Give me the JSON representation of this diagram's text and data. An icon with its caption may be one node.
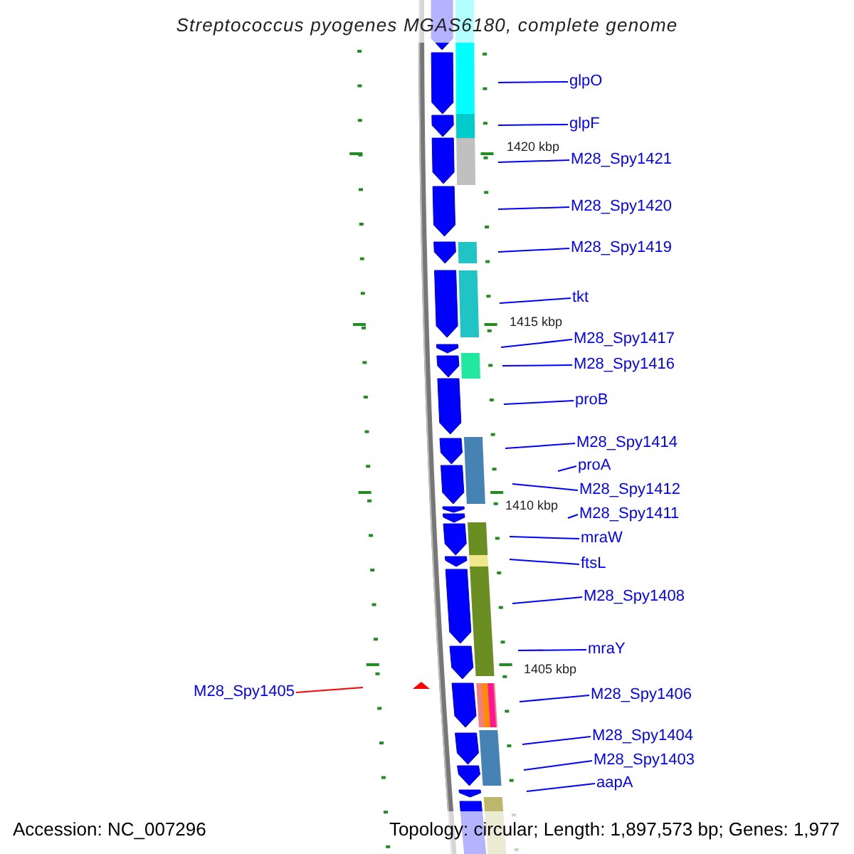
{
  "diagram": {
    "title": "Streptococcus pyogenes MGAS6180, complete genome",
    "nodes": [
      {
        "text": [
          "glpO"
        ]
      },
      {
        "text": [
          "glpF"
        ]
      },
      {
        "text": [
          "M28_Spy1421"
        ]
      },
      {
        "text": [
          "M28_Spy1420"
        ]
      },
      {
        "text": [
          "M28_Spy1419"
        ]
      },
      {
        "text": [
          "tkt"
        ]
      },
      {
        "text": [
          "M28_Spy1417"
        ]
      },
      {
        "text": [
          "M28_Spy1416"
        ]
      },
      {
        "text": [
          "proB"
        ]
      },
      {
        "text": [
          "M28_Spy1414"
        ]
      },
      {
        "text": [
          "proA"
        ]
      },
      {
        "text": [
          "M28_Spy1412"
        ]
      },
      {
        "text": [
          "M28_Spy1411"
        ]
      },
      {
        "text": [
          "mraW"
        ]
      },
      {
        "text": [
          "ftsL"
        ]
      },
      {
        "text": [
          "M28_Spy1408"
        ]
      },
      {
        "text": [
          "mraY"
        ]
      },
      {
        "text": [
          "M28_Spy1405"
        ]
      },
      {
        "text": [
          "M28_Spy1406"
        ]
      },
      {
        "text": [
          "M28_Spy1404"
        ]
      },
      {
        "text": [
          "M28_Spy1403"
        ]
      },
      {
        "text": [
          "aapA"
        ]
      }
    ],
    "edges": [
      {
        "from": 0,
        "to": null,
        "arrow": "none"
      },
      {
        "from": 1,
        "to": null,
        "arrow": "none"
      },
      {
        "from": 2,
        "to": null,
        "arrow": "none"
      },
      {
        "from": 3,
        "to": null,
        "arrow": "none"
      },
      {
        "from": 4,
        "to": null,
        "arrow": "none"
      },
      {
        "from": 5,
        "to": null,
        "arrow": "none"
      },
      {
        "from": 6,
        "to": null,
        "arrow": "none"
      },
      {
        "from": 7,
        "to": null,
        "arrow": "none"
      },
      {
        "from": 8,
        "to": null,
        "arrow": "none"
      },
      {
        "from": 9,
        "to": null,
        "arrow": "none"
      },
      {
        "from": 10,
        "to": null,
        "arrow": "none"
      },
      {
        "from": 11,
        "to": null,
        "arrow": "none"
      },
      {
        "from": 12,
        "to": null,
        "arrow": "none"
      },
      {
        "from": 13,
        "to": null,
        "arrow": "none"
      },
      {
        "from": 14,
        "to": null,
        "arrow": "none"
      },
      {
        "from": 15,
        "to": null,
        "arrow": "none"
      },
      {
        "from": 16,
        "to": null,
        "arrow": "none"
      },
      {
        "from": 17,
        "to": null,
        "arrow": "none",
        "color": "#ff0000"
      },
      {
        "from": 18,
        "to": null,
        "arrow": "none"
      },
      {
        "from": 19,
        "to": null,
        "arrow": "none"
      },
      {
        "from": 20,
        "to": null,
        "arrow": "none"
      },
      {
        "from": 21,
        "to": null,
        "arrow": "none"
      }
    ],
    "labels": [
      "1420 kbp",
      "1415 kbp",
      "1410 kbp",
      "1405 kbp",
      "Accession: NC_007296",
      "Topology: circular; Length: 1,897,573 bp; Genes: 1,977"
    ]
  }
}
